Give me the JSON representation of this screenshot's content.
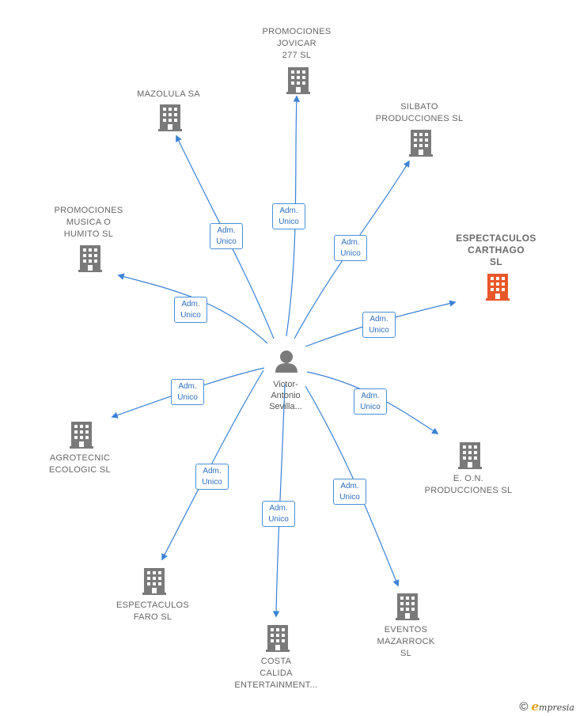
{
  "center": {
    "name": "Victor-\nAntonio\nSevilla..."
  },
  "nodes": [
    {
      "name": "PROMOCIONES\nJOVICAR\n277  SL",
      "highlight": false
    },
    {
      "name": "MAZOLULA SA",
      "highlight": false
    },
    {
      "name": "SILBATO\nPRODUCCIONES SL",
      "highlight": false
    },
    {
      "name": "PROMOCIONES\nMUSICA O\nHUMITO  SL",
      "highlight": false
    },
    {
      "name": "ESPECTACULOS\nCARTHAGO\nSL",
      "highlight": true
    },
    {
      "name": "AGROTECNIC\nECOLOGIC  SL",
      "highlight": false
    },
    {
      "name": "E. O.N.\nPRODUCCIONES SL",
      "highlight": false
    },
    {
      "name": "ESPECTACULOS\nFARO SL",
      "highlight": false
    },
    {
      "name": "COSTA\nCALIDA\nENTERTAINMENT...",
      "highlight": false
    },
    {
      "name": "EVENTOS\nMAZARROCK\nSL",
      "highlight": false
    }
  ],
  "edge_label": "Adm.\nUnico",
  "colors": {
    "edge": "#3b82d6",
    "building": "#7a7a7a",
    "building_highlight": "#e8572a",
    "person": "#7a7a7a"
  },
  "footer": {
    "copyright": "©",
    "brand_initial": "e",
    "brand_rest": "mpresia"
  }
}
